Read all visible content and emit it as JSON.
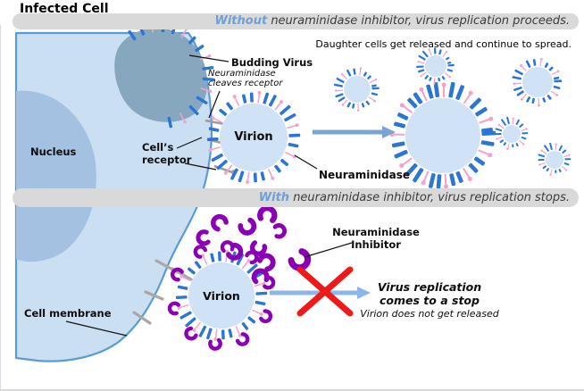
{
  "title": "Infected Cell",
  "without_section": {
    "banner_highlight": "Without",
    "banner_text": "neuraminidase inhibitor, virus replication proceeds.",
    "subtitle": "Daughter cells get released and continue to spread.",
    "budding_virus": "Budding Virus",
    "cleaves_line1": "Neuraminidase",
    "cleaves_line2": "cleaves receptor",
    "receptor_line1": "Cell’s",
    "receptor_line2": "receptor",
    "virion": "Virion",
    "neuraminidase": "Neuraminidase",
    "nucleus": "Nucleus"
  },
  "with_section": {
    "banner_highlight": "With",
    "banner_text": "neuraminidase inhibitor, virus replication stops.",
    "inhibitor_line1": "Neuraminidase",
    "inhibitor_line2": "Inhibitor",
    "virion": "Virion",
    "cell_membrane": "Cell membrane",
    "stop_line1": "Virus replication",
    "stop_line2": "comes to a stop",
    "stop_note": "Virion does not get released"
  },
  "colors": {
    "cell_fill": "#cbdff3",
    "membrane": "#5b9bd5",
    "nucleus": "#a5c1e2",
    "bud_fill": "#86a7bd",
    "virus_body": "#d0e2f6",
    "spike_blue": "#2b76d4",
    "spike_pink": "#f2a3cb",
    "purple": "#8a00b5",
    "receptor_gray": "#9d9d9d",
    "banner_bg": "#d9d9d9",
    "banner_highlight_color": "#6f9fd4",
    "banner_text_color": "#3b3b3b",
    "arrow_blue": "#7ba3d6",
    "arrow_light": "#8cb6e8",
    "x_red": "#ee1a1a",
    "pointer": "#111111"
  }
}
